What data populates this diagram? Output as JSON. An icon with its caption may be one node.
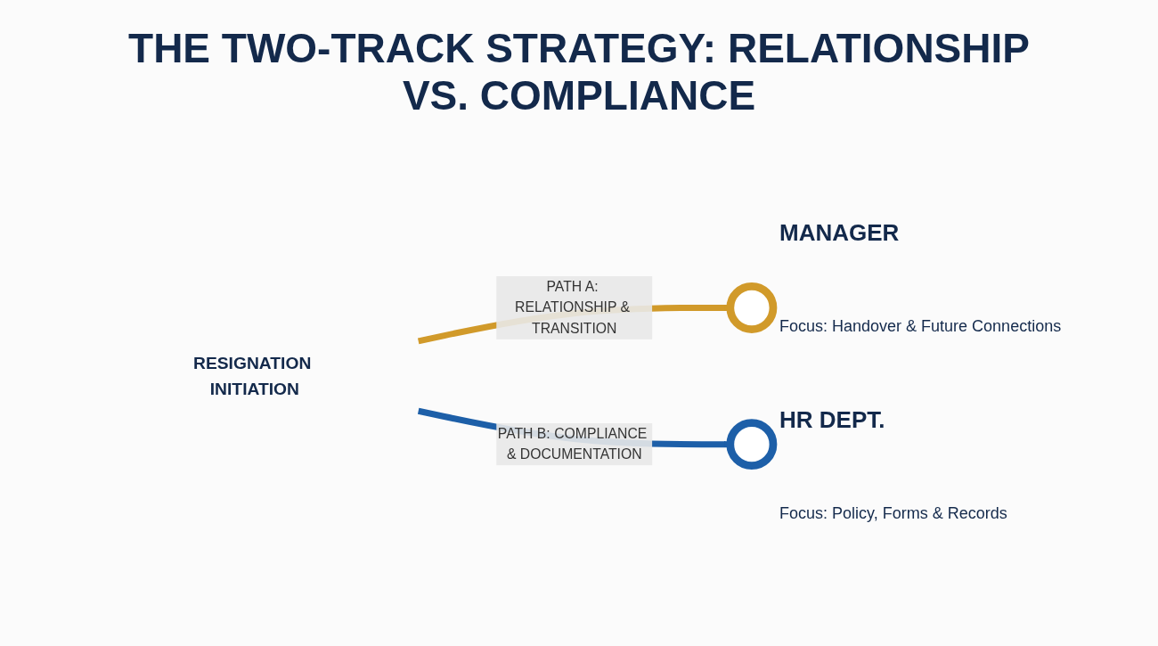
{
  "diagram": {
    "title": "THE TWO-TRACK STRATEGY: RELATIONSHIP VS. COMPLIANCE",
    "nodes": [
      {
        "text": [
          "RESIGNATION INITIATION"
        ]
      },
      {
        "text": [],
        "shape": "circle"
      },
      {
        "text": [],
        "shape": "circle"
      }
    ],
    "edges": [
      {
        "from": 0,
        "to": 1,
        "arrow": "to",
        "label": "PATH A: RELATIONSHIP & TRANSITION",
        "color": "#d19a2a"
      },
      {
        "from": 0,
        "to": 2,
        "arrow": "to",
        "label": "PATH B: COMPLIANCE & DOCUMENTATION",
        "color": "#1d5fa8"
      }
    ],
    "labels": [
      "MANAGER",
      "Focus: Handover & Future Connections",
      "HR DEPT.",
      "Focus: Policy, Forms & Records"
    ]
  }
}
